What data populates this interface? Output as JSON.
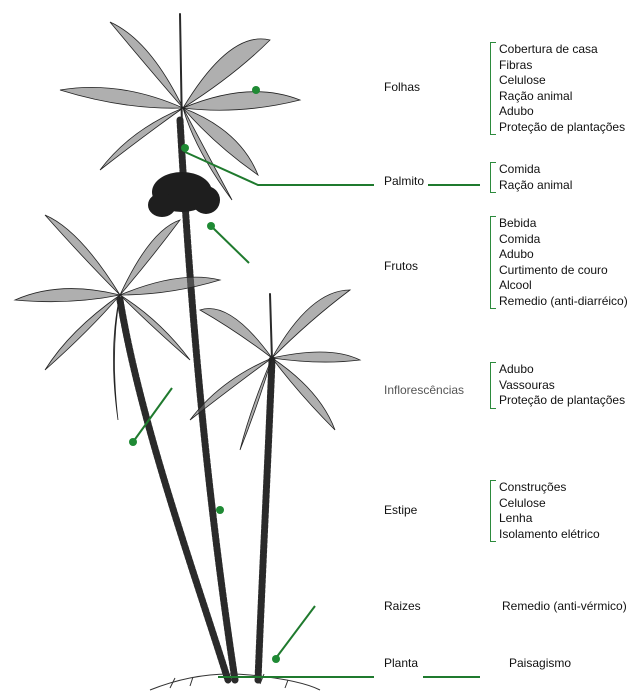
{
  "colors": {
    "connector": "#1f7a2e",
    "dot": "#1f8a34",
    "bracket": "#2c8a3c"
  },
  "parts": [
    {
      "id": "folhas",
      "label": "Folhas",
      "uses": [
        "Cobertura de casa",
        "Fibras",
        "Celulose",
        "Ração animal",
        "Adubo",
        "Proteção de plantações"
      ]
    },
    {
      "id": "palmito",
      "label": "Palmito",
      "uses": [
        "Comida",
        "Ração animal"
      ]
    },
    {
      "id": "frutos",
      "label": "Frutos",
      "uses": [
        "Bebida",
        "Comida",
        "Adubo",
        "Curtimento de couro",
        "Alcool",
        "Remedio (anti-diarréico)"
      ]
    },
    {
      "id": "inflorescencias",
      "label": "Inflorescências",
      "uses": [
        "Adubo",
        "Vassouras",
        "Proteção de plantações"
      ]
    },
    {
      "id": "estipe",
      "label": "Estipe",
      "uses": [
        "Construções",
        "Celulose",
        "Lenha",
        "Isolamento elétrico"
      ]
    },
    {
      "id": "raizes",
      "label": "Raizes",
      "uses": [
        "Remedio (anti-vérmico)"
      ]
    },
    {
      "id": "planta",
      "label": "Planta",
      "uses": [
        "Paisagismo"
      ]
    }
  ]
}
